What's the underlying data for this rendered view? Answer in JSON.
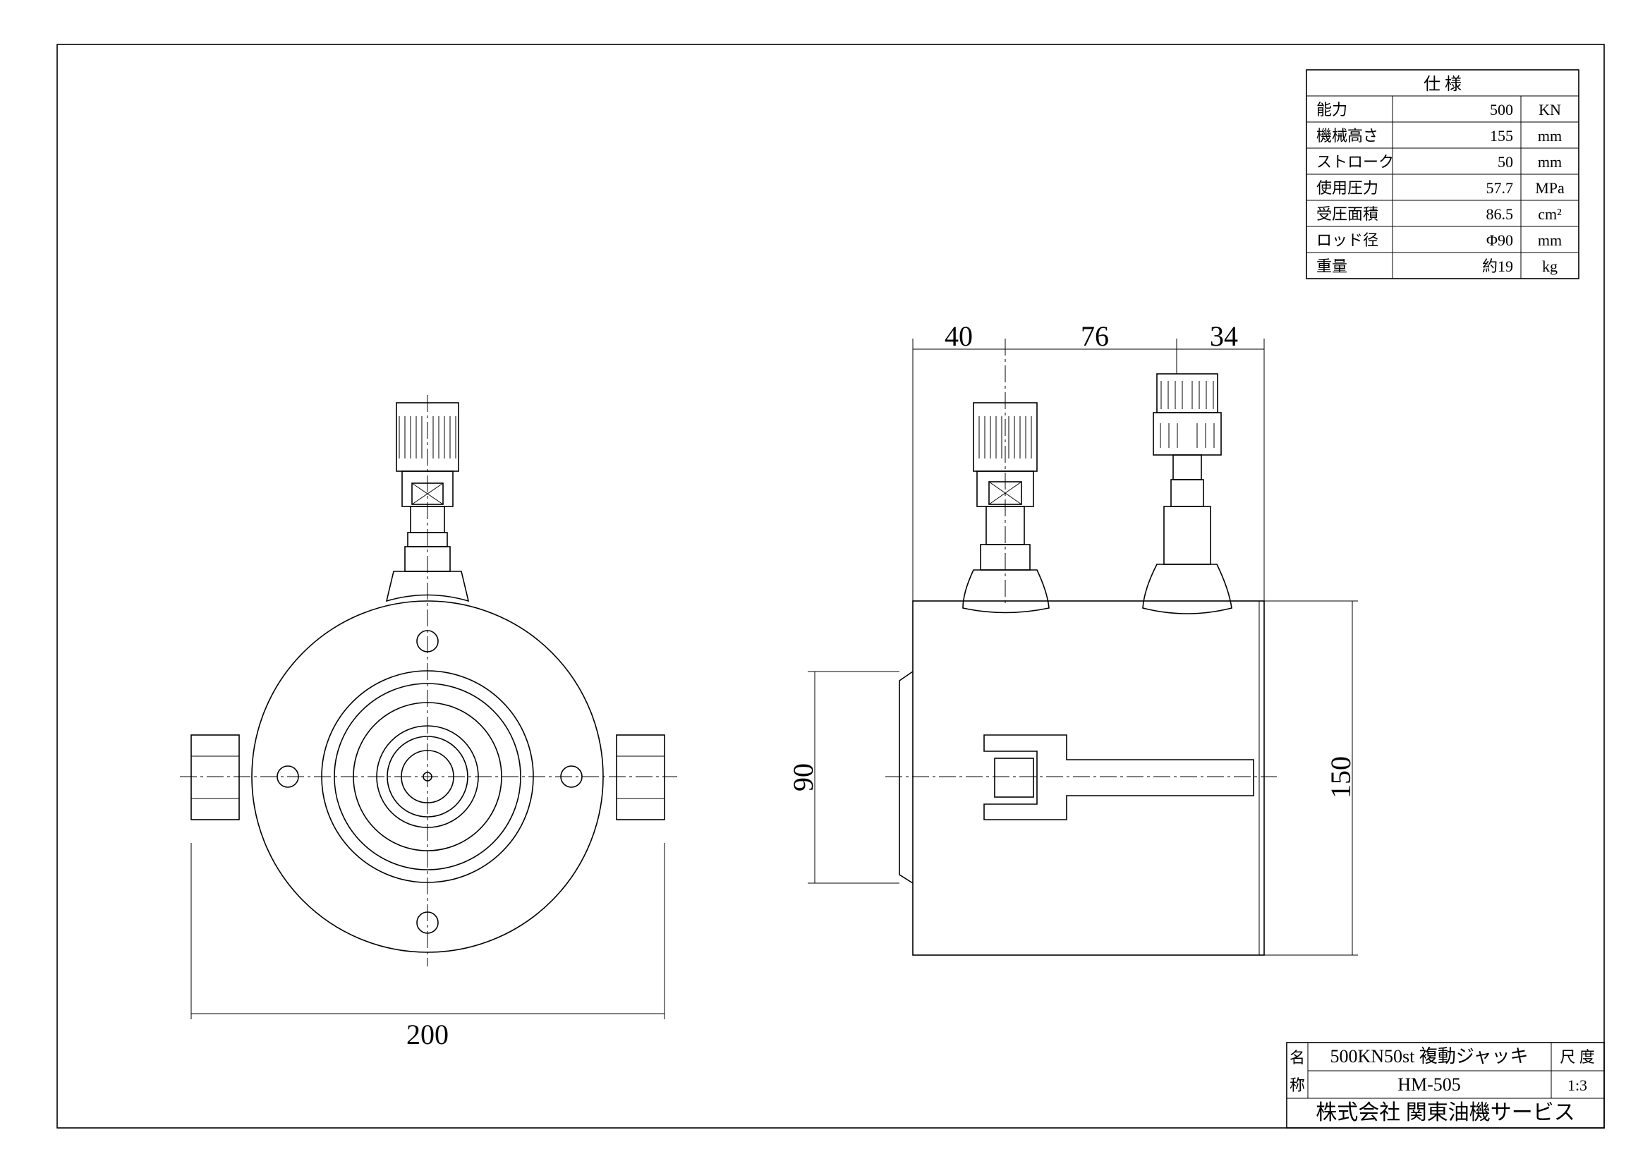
{
  "spec_table": {
    "title": "仕 様",
    "rows": [
      {
        "label": "能力",
        "value": "500",
        "unit": "KN"
      },
      {
        "label": "機械高さ",
        "value": "155",
        "unit": "mm"
      },
      {
        "label": "ストローク",
        "value": "50",
        "unit": "mm"
      },
      {
        "label": "使用圧力",
        "value": "57.7",
        "unit": "MPa"
      },
      {
        "label": "受圧面積",
        "value": "86.5",
        "unit": "cm²"
      },
      {
        "label": "ロッド径",
        "value": "Φ90",
        "unit": "mm"
      },
      {
        "label": "重量",
        "value": "約19",
        "unit": "kg"
      }
    ]
  },
  "title_block": {
    "name_label_1": "名",
    "name_label_2": "称",
    "product_name": "500KN50st 複動ジャッキ",
    "model": "HM-505",
    "scale_label": "尺 度",
    "scale": "1:3",
    "company": "株式会社 関東油機サービス"
  },
  "dimensions": {
    "front_width": "200",
    "top_1": "40",
    "top_2": "76",
    "top_3": "34",
    "rod_height": "90",
    "body_height": "150"
  }
}
